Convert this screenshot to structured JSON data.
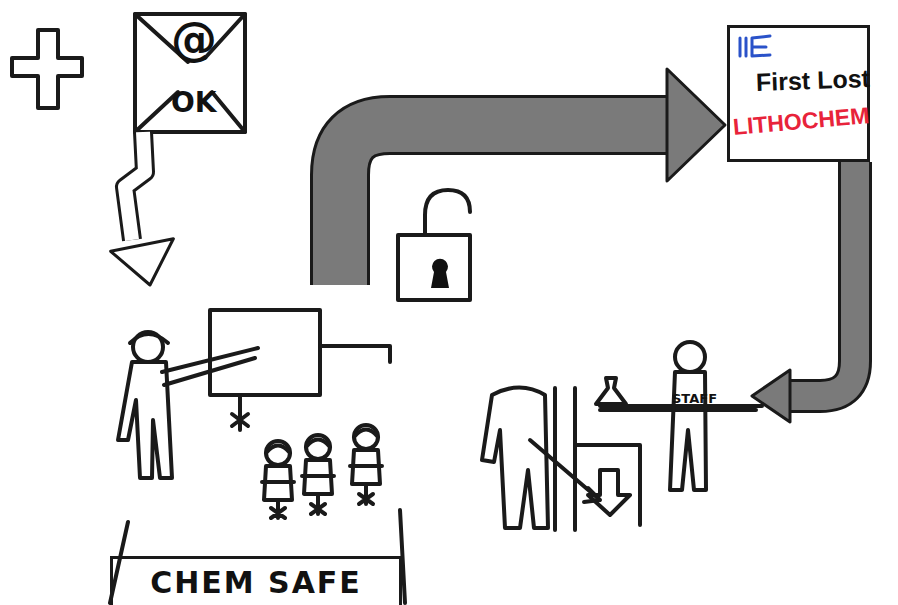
{
  "diagram": {
    "nodes": [
      {
        "text": [
          "@",
          "OK"
        ]
      },
      {
        "text": [
          "First Lost",
          "LITHOCHEM"
        ]
      },
      {
        "text": [
          "CHEM SAFE"
        ]
      },
      {
        "text": [
          "STAFF"
        ]
      }
    ],
    "edges": [
      {
        "from": 0,
        "to": 2,
        "arrow": "to"
      },
      {
        "from": 2,
        "to": 1,
        "arrow": "to"
      },
      {
        "from": 1,
        "to": 3,
        "arrow": "to"
      }
    ]
  }
}
